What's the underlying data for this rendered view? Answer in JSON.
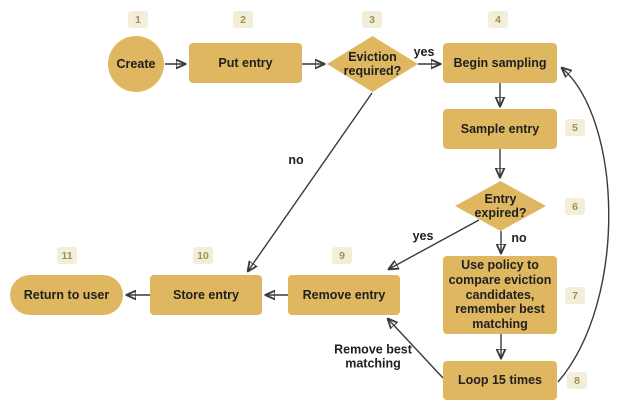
{
  "diagram": {
    "nodes": {
      "create": {
        "badge": "1",
        "label": "Create"
      },
      "put_entry": {
        "badge": "2",
        "label": "Put entry"
      },
      "eviction_required": {
        "badge": "3",
        "label": "Eviction required?"
      },
      "begin_sampling": {
        "badge": "4",
        "label": "Begin sampling"
      },
      "sample_entry": {
        "badge": "5",
        "label": "Sample entry"
      },
      "entry_expired": {
        "badge": "6",
        "label": "Entry expired?"
      },
      "use_policy": {
        "badge": "7",
        "label": "Use policy to compare eviction candidates, remember best matching"
      },
      "loop": {
        "badge": "8",
        "label": "Loop 15 times"
      },
      "remove_entry": {
        "badge": "9",
        "label": "Remove entry"
      },
      "store_entry": {
        "badge": "10",
        "label": "Store entry"
      },
      "return_to_user": {
        "badge": "11",
        "label": "Return to user"
      }
    },
    "edge_labels": {
      "eviction_yes": "yes",
      "eviction_no": "no",
      "expired_yes": "yes",
      "expired_no": "no",
      "loop_to_remove": "Remove best matching"
    },
    "colors": {
      "node_fill": "#dfb761",
      "badge_background": "#f3eed9",
      "badge_text": "#a09150",
      "arrow": "#3a3a3a",
      "node_text": "#202020",
      "background": "#ffffff"
    }
  }
}
